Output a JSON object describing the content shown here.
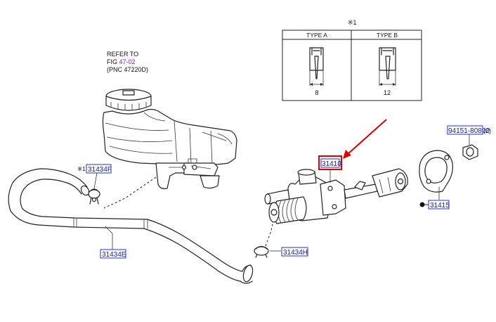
{
  "note_mark": "※1",
  "refer": {
    "line1": "REFER TO",
    "line2_prefix": "FIG ",
    "line2_link": "47-02",
    "line3": "(PNC 47220D)"
  },
  "type_table": {
    "header_a": "TYPE A",
    "header_b": "TYPE B",
    "dim_a": "8",
    "dim_b": "12"
  },
  "parts": {
    "p31434f": "31434F",
    "p31434e": "31434E",
    "p31434h": "31434H",
    "p31410": "31410",
    "p31415": "31415",
    "p94151": "94151-80800",
    "p94151_qty": "(2)"
  },
  "colors": {
    "highlight": "#dd0000",
    "link": "#1a1aa8",
    "fig_link": "#7722aa"
  }
}
